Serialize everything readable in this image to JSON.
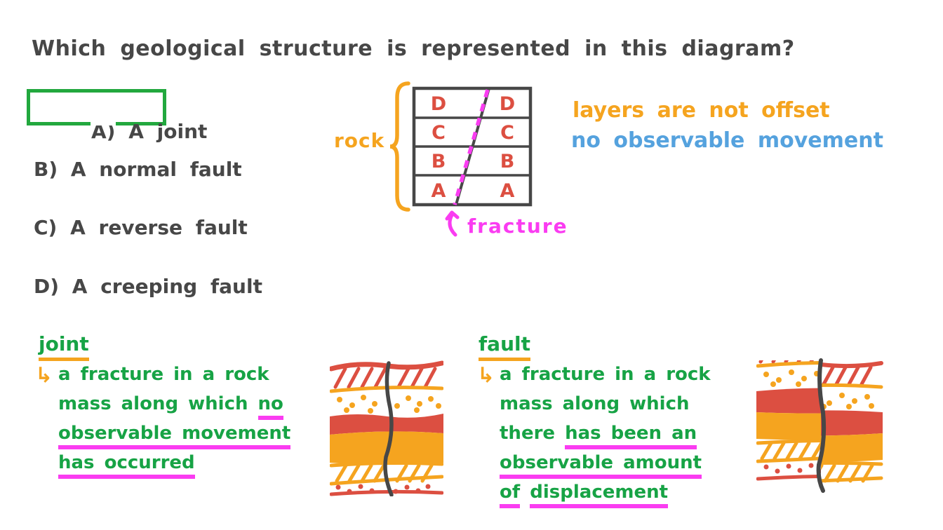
{
  "question": "Which geological structure is represented in this diagram?",
  "options": [
    {
      "label": "A) A joint",
      "correct": true
    },
    {
      "label": "B) A normal fault",
      "correct": false
    },
    {
      "label": "C) A reverse fault",
      "correct": false
    },
    {
      "label": "D) A creeping fault",
      "correct": false
    }
  ],
  "diagram": {
    "rock_label": "rock",
    "layers": [
      "D",
      "C",
      "B",
      "A"
    ],
    "fracture_label": "fracture",
    "note_offset": "layers are not offset",
    "note_movement": "no observable movement"
  },
  "definitions": {
    "joint": {
      "term": "joint",
      "arrow": "↳",
      "lines": [
        [
          {
            "t": "a fracture in a rock",
            "u": false
          }
        ],
        [
          {
            "t": "mass along which ",
            "u": false
          },
          {
            "t": "no",
            "u": true
          }
        ],
        [
          {
            "t": "observable movement",
            "u": true
          }
        ],
        [
          {
            "t": "has occurred",
            "u": true
          }
        ]
      ]
    },
    "fault": {
      "term": "fault",
      "arrow": "↳",
      "lines": [
        [
          {
            "t": "a fracture in a rock",
            "u": false
          }
        ],
        [
          {
            "t": "mass along which",
            "u": false
          }
        ],
        [
          {
            "t": "there ",
            "u": false
          },
          {
            "t": "has been an",
            "u": true
          }
        ],
        [
          {
            "t": "observable amount",
            "u": true
          }
        ],
        [
          {
            "t": "of",
            "u": true
          },
          {
            "t": " ",
            "u": false
          },
          {
            "t": "displacement",
            "u": true
          }
        ]
      ]
    }
  },
  "colors": {
    "ink": "#474747",
    "green": "#17a345",
    "box_green": "#22a83e",
    "orange": "#f5a41f",
    "blue": "#55a2de",
    "red": "#dc4f41",
    "magenta": "#fa3cf1"
  }
}
